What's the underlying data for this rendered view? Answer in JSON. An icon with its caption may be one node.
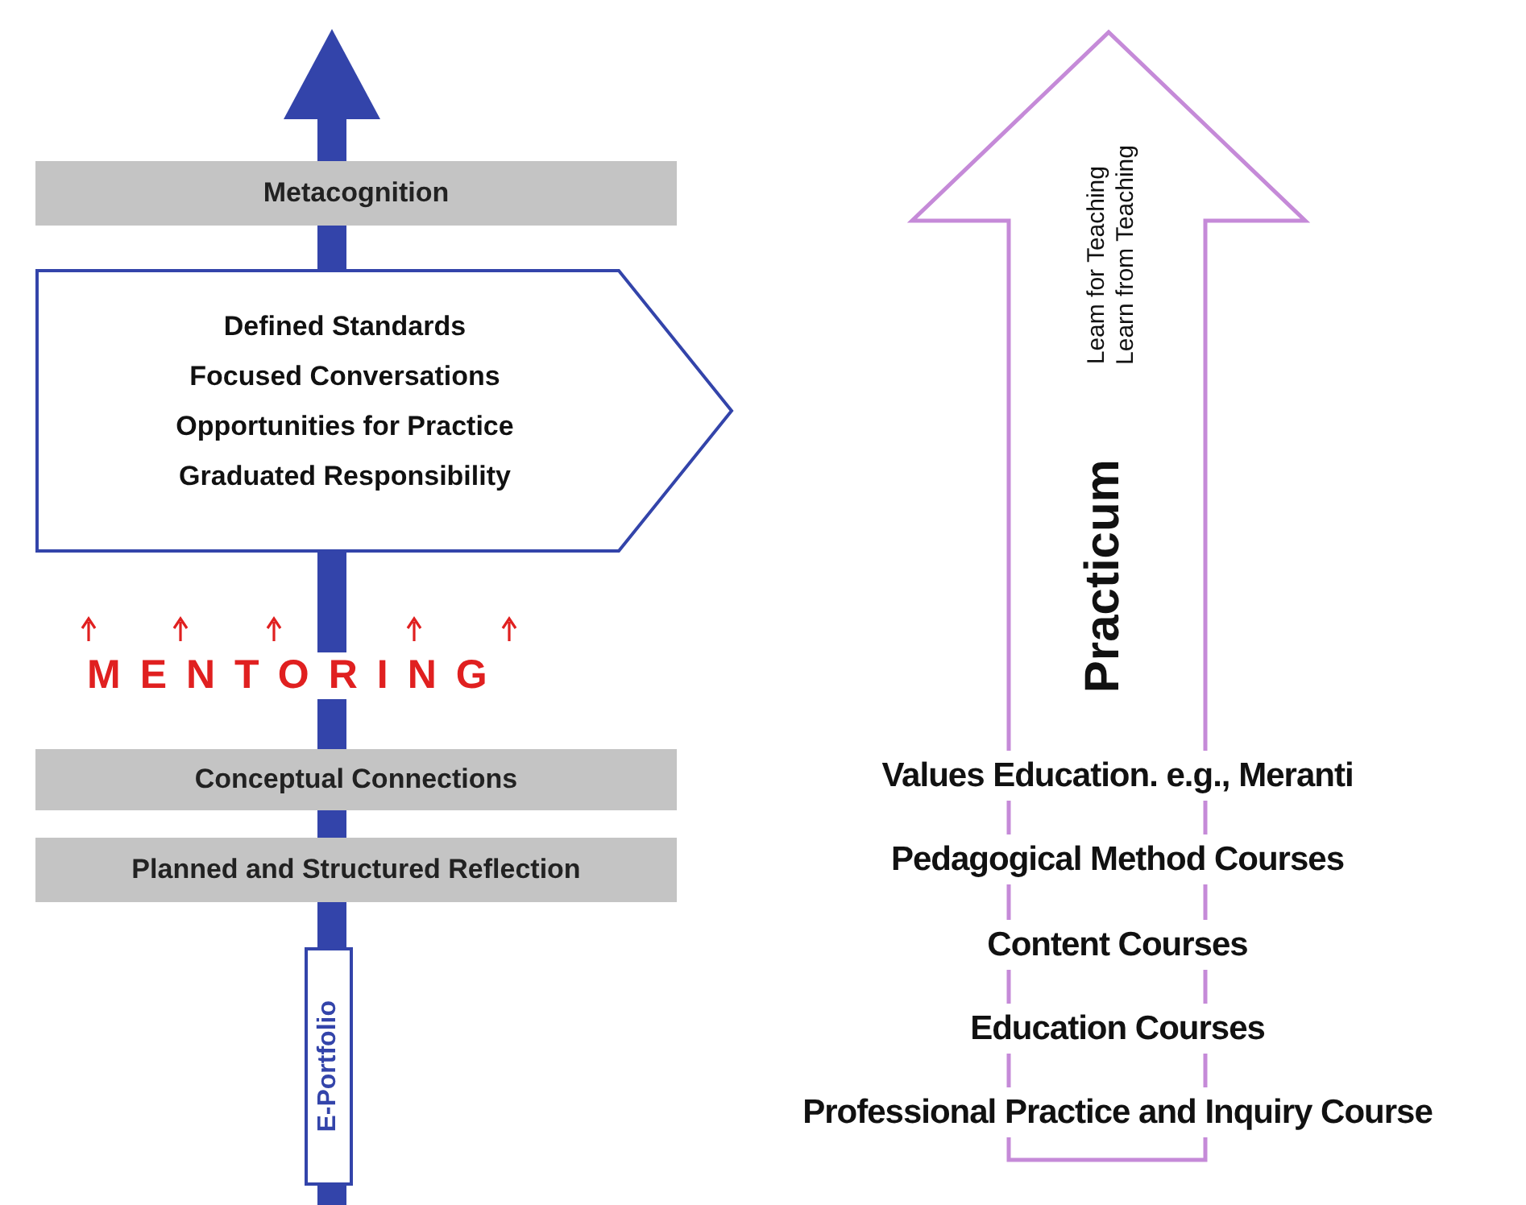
{
  "diagram": {
    "nodes": [
      {
        "text": [
          "Metacognition"
        ]
      },
      {
        "text": [
          "Defined Standards",
          "Focused Conversations",
          "Opportunities for Practice",
          "Graduated Responsibility"
        ]
      },
      {
        "text": [
          "Conceptual Connections"
        ]
      },
      {
        "text": [
          "Planned and Structured Reflection"
        ]
      },
      {
        "text": [
          "E-Portfolio"
        ]
      },
      {
        "text": [
          "Leam for Teaching",
          "Learn from Teaching",
          "Practicum"
        ]
      }
    ],
    "labels": [
      "MENTORING",
      "Values Education. e.g., Meranti",
      "Pedagogical Method Courses",
      "Content Courses",
      "Education Courses",
      "Professional Practice and Inquiry Course"
    ]
  }
}
